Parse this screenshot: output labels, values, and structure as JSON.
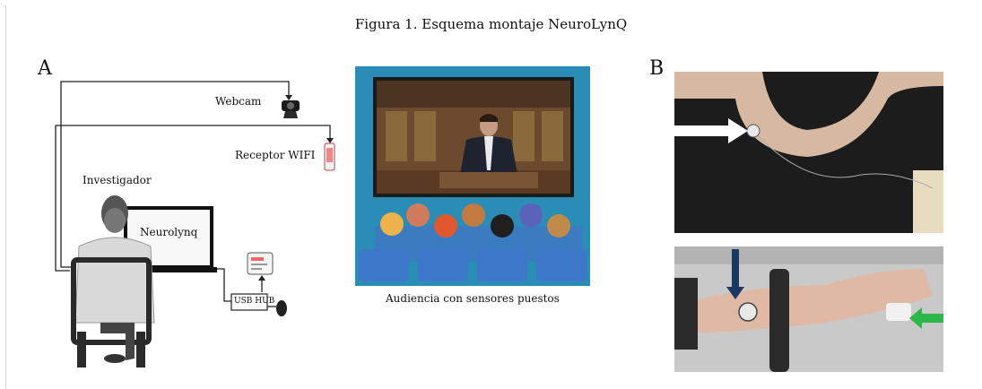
{
  "figure": {
    "title": "Figura 1. Esquema montaje NeuroLynQ",
    "panel_a": "A",
    "panel_b": "B"
  },
  "setup": {
    "webcam_label": "Webcam",
    "receiver_label": "Receptor WIFI",
    "researcher_label": "Investigador",
    "monitor_label": "Neurolynq",
    "usb_label": "USB HUB"
  },
  "audience": {
    "caption": "Audiencia con sensores puestos"
  },
  "colors": {
    "audience_bg": "#2a8db6",
    "chest_arrow": "#ffffff",
    "wrist_arrow_top": "#1b3a63",
    "wrist_arrow_right": "#2db84a"
  }
}
